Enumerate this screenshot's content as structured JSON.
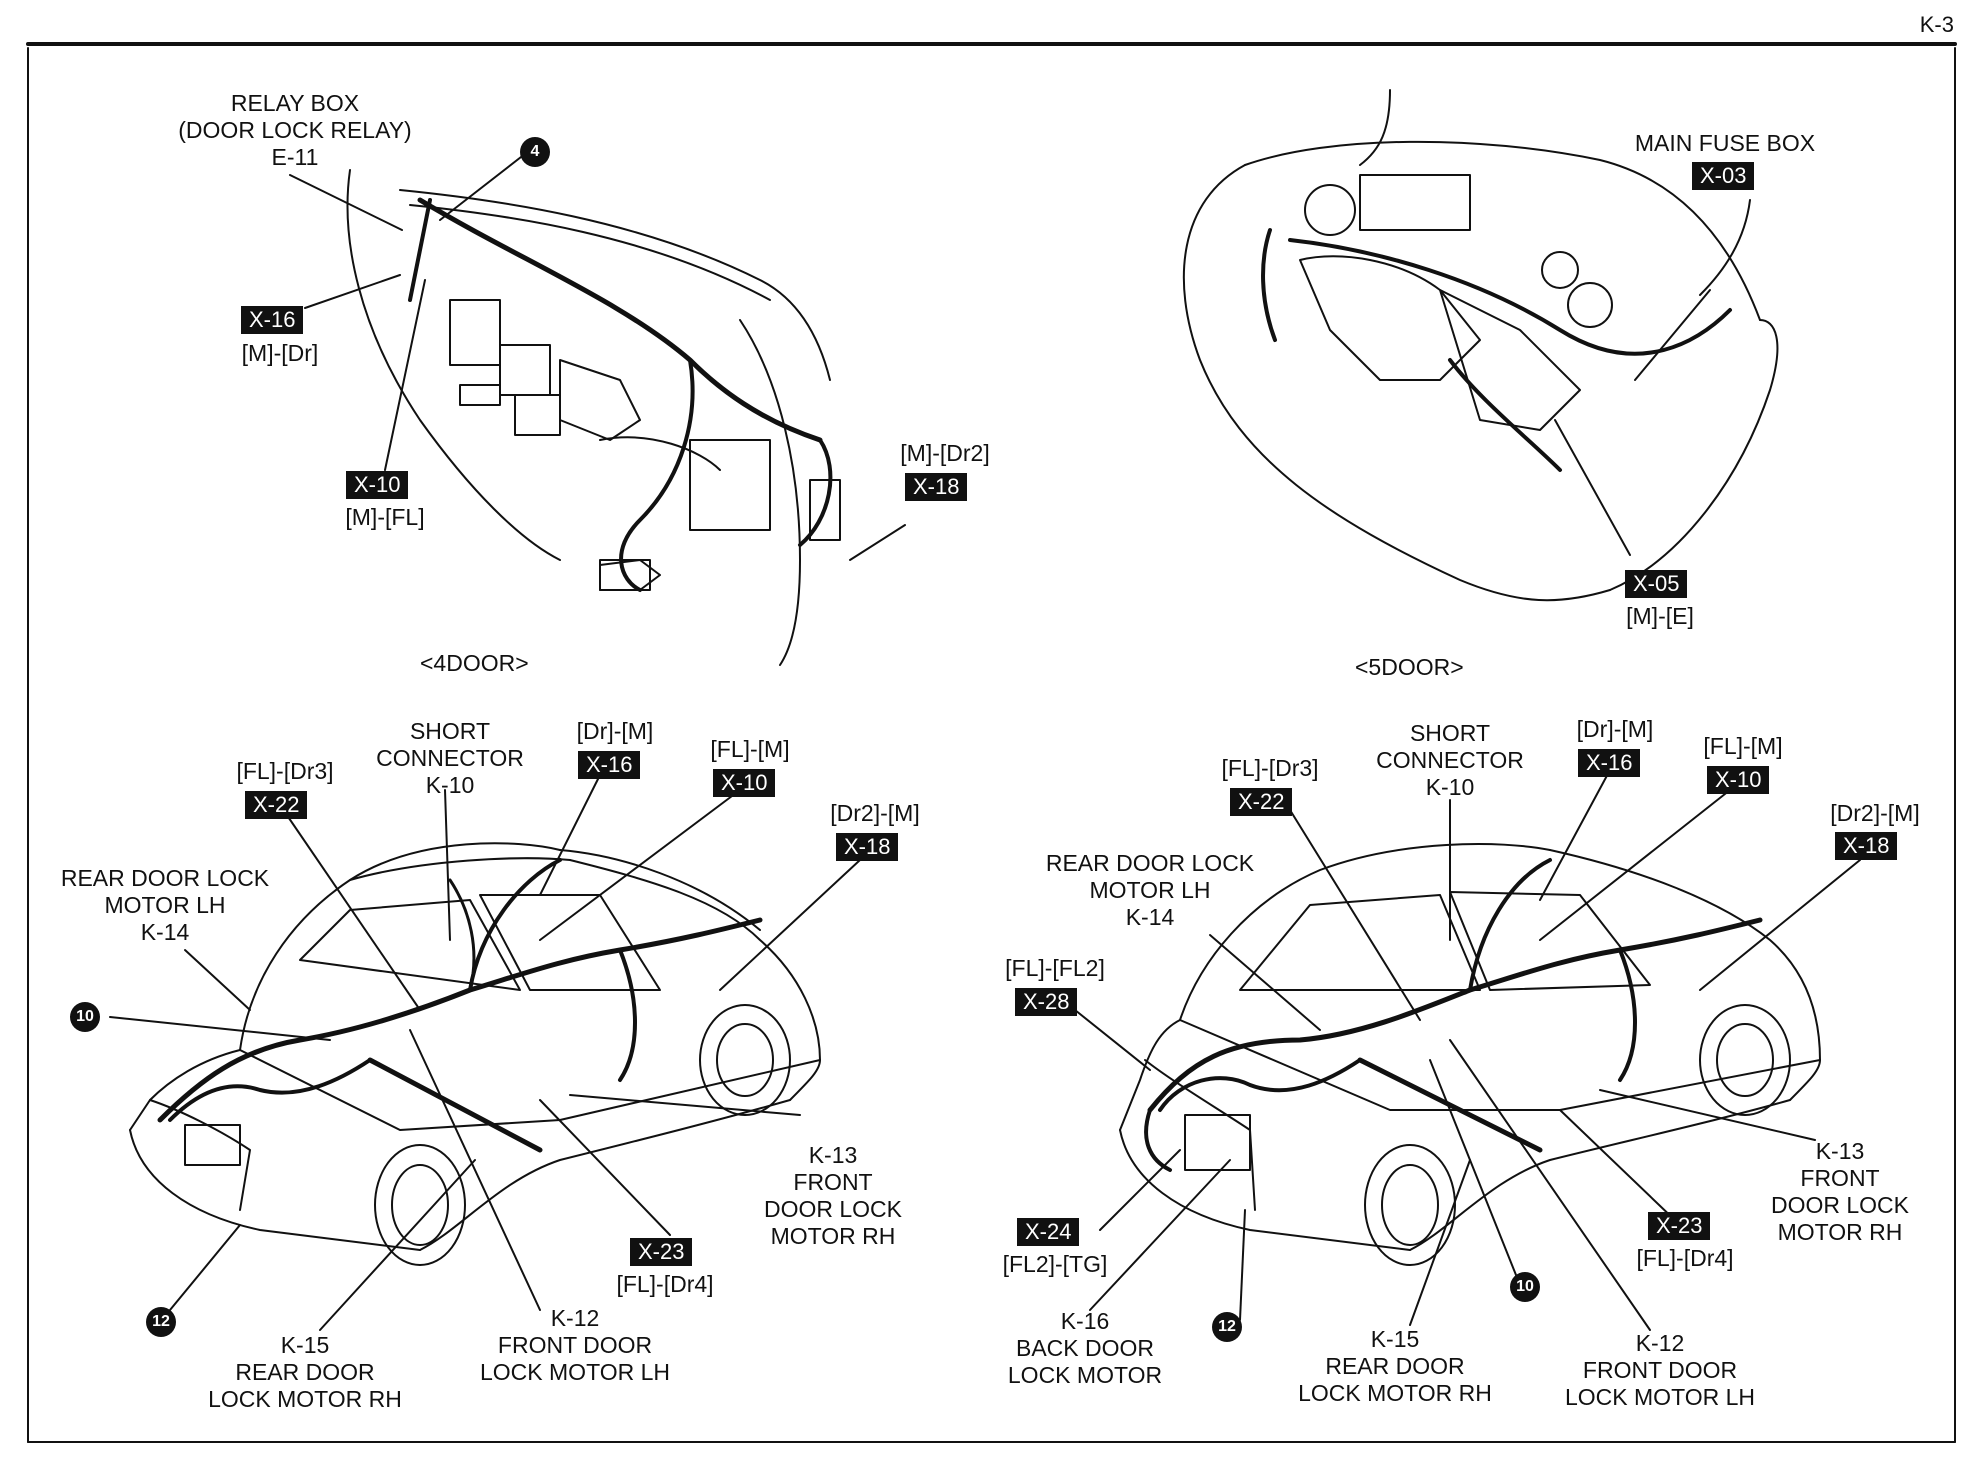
{
  "page_number": "K-3",
  "captions": {
    "four_door": "<4DOOR>",
    "five_door": "<5DOOR>"
  },
  "top_left": {
    "relay_box": [
      "RELAY BOX",
      "(DOOR LOCK RELAY)",
      "E-11"
    ],
    "x16": {
      "code": "X-16",
      "pins": "[M]-[Dr]"
    },
    "x10": {
      "code": "X-10",
      "pins": "[M]-[FL]"
    },
    "x18": {
      "code": "X-18",
      "pins": "[M]-[Dr2]"
    },
    "marker": "4"
  },
  "top_right": {
    "main_fuse": {
      "title": "MAIN FUSE BOX",
      "code": "X-03"
    },
    "x05": {
      "code": "X-05",
      "pins": "[M]-[E]"
    }
  },
  "bottom_left": {
    "short_connector": [
      "SHORT",
      "CONNECTOR",
      "K-10"
    ],
    "x22": {
      "code": "X-22",
      "pins": "[FL]-[Dr3]"
    },
    "x16": {
      "code": "X-16",
      "pins": "[Dr]-[M]"
    },
    "x10": {
      "code": "X-10",
      "pins": "[FL]-[M]"
    },
    "x18": {
      "code": "X-18",
      "pins": "[Dr2]-[M]"
    },
    "x23": {
      "code": "X-23",
      "pins": "[FL]-[Dr4]"
    },
    "rear_lh": [
      "REAR DOOR LOCK",
      "MOTOR LH",
      "K-14"
    ],
    "k13": [
      "K-13",
      "FRONT",
      "DOOR LOCK",
      "MOTOR RH"
    ],
    "k12": [
      "K-12",
      "FRONT DOOR",
      "LOCK MOTOR LH"
    ],
    "k15": [
      "K-15",
      "REAR DOOR",
      "LOCK MOTOR RH"
    ],
    "marker_10": "10",
    "marker_12": "12"
  },
  "bottom_right": {
    "short_connector": [
      "SHORT",
      "CONNECTOR",
      "K-10"
    ],
    "x22": {
      "code": "X-22",
      "pins": "[FL]-[Dr3]"
    },
    "x16": {
      "code": "X-16",
      "pins": "[Dr]-[M]"
    },
    "x10": {
      "code": "X-10",
      "pins": "[FL]-[M]"
    },
    "x18": {
      "code": "X-18",
      "pins": "[Dr2]-[M]"
    },
    "x28": {
      "code": "X-28",
      "pins": "[FL]-[FL2]"
    },
    "x24": {
      "code": "X-24",
      "pins": "[FL2]-[TG]"
    },
    "x23": {
      "code": "X-23",
      "pins": "[FL]-[Dr4]"
    },
    "rear_lh": [
      "REAR DOOR LOCK",
      "MOTOR LH",
      "K-14"
    ],
    "k13": [
      "K-13",
      "FRONT",
      "DOOR LOCK",
      "MOTOR RH"
    ],
    "k16": [
      "K-16",
      "BACK DOOR",
      "LOCK MOTOR"
    ],
    "k15": [
      "K-15",
      "REAR DOOR",
      "LOCK MOTOR RH"
    ],
    "k12": [
      "K-12",
      "FRONT DOOR",
      "LOCK MOTOR LH"
    ],
    "marker_10": "10",
    "marker_12": "12"
  }
}
